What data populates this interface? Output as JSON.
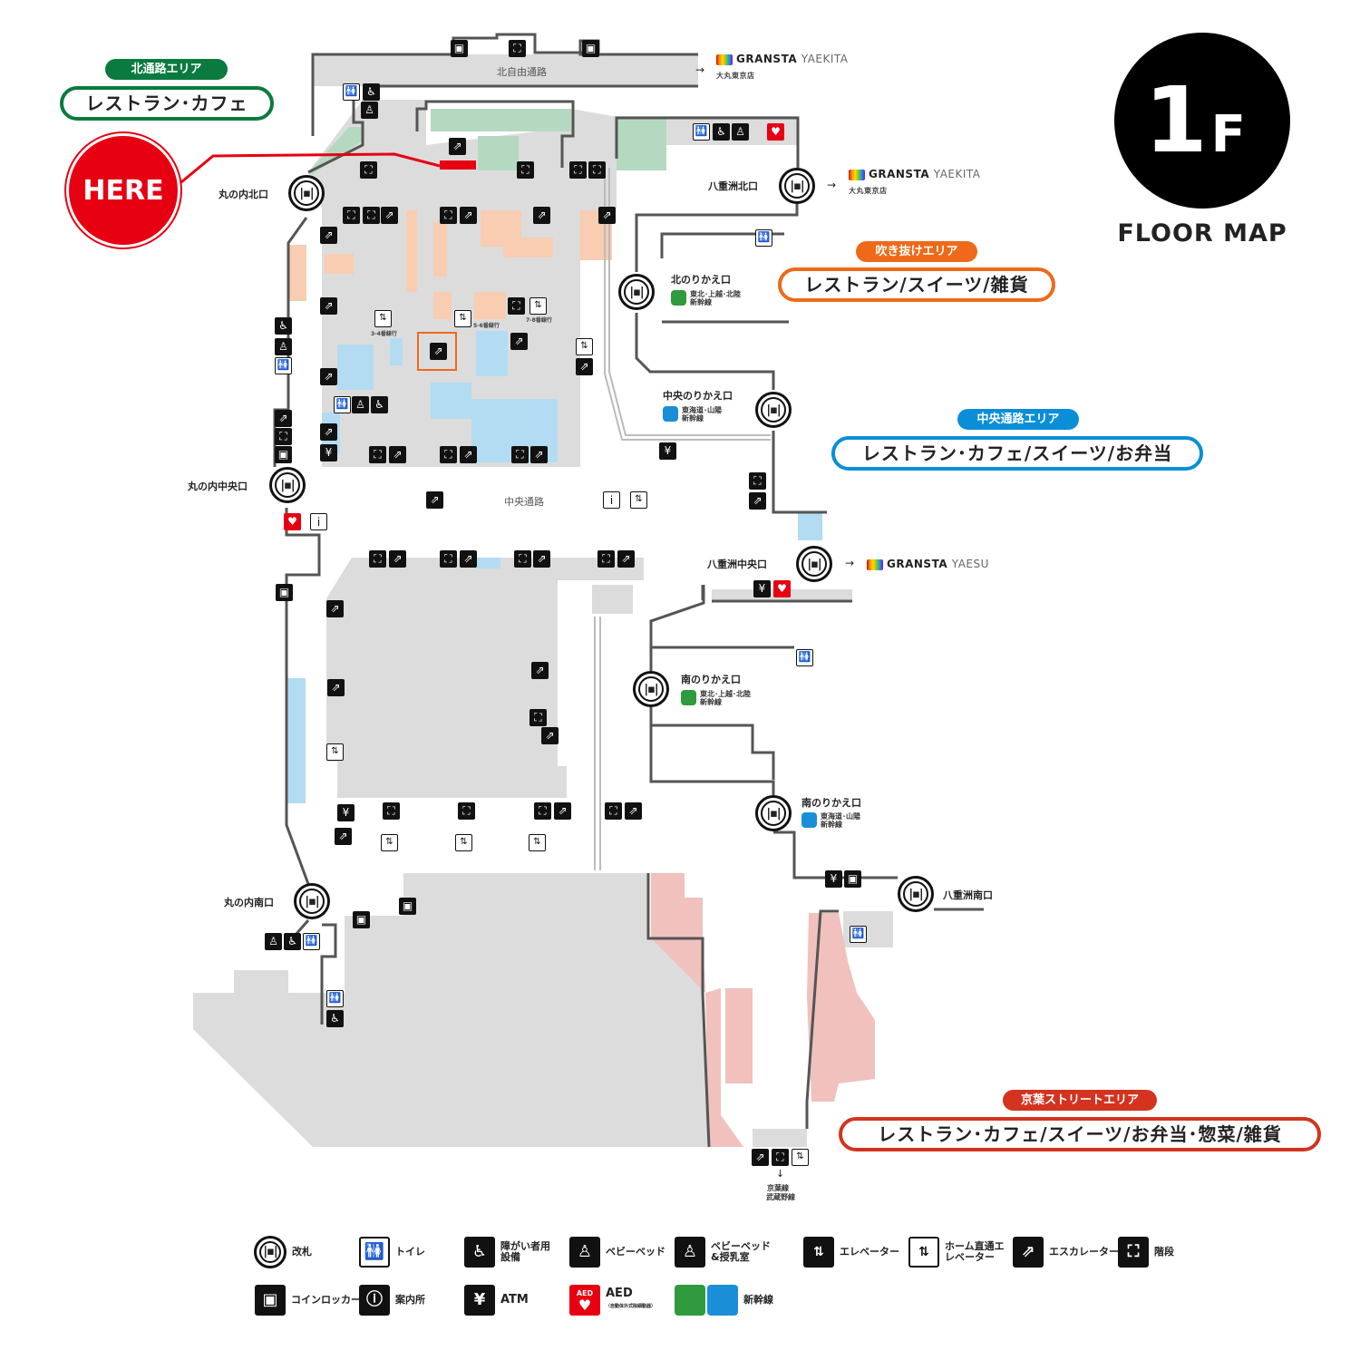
{
  "floor": {
    "number": "1",
    "unit": "F",
    "title": "FLOOR MAP"
  },
  "here": {
    "label": "HERE",
    "color": "#e60012"
  },
  "areas": {
    "north": {
      "tag": "北通路エリア",
      "shops": "レストラン･カフェ",
      "color": "#0a7a3e"
    },
    "atrium": {
      "tag": "吹き抜けエリア",
      "shops": "レストラン/スイーツ/雑貨",
      "color": "#ee6a1a"
    },
    "central": {
      "tag": "中央通路エリア",
      "shops": "レストラン･カフェ/スイーツ/お弁当",
      "color": "#0b8ed8"
    },
    "keiyo": {
      "tag": "京葉ストリートエリア",
      "shops": "レストラン･カフェ/スイーツ/お弁当･惣菜/雑貨",
      "color": "#d3331f"
    }
  },
  "passages": {
    "north": "北自由通路",
    "central": "中央通路"
  },
  "gates": {
    "marunouchi_north": "丸の内北口",
    "marunouchi_central": "丸の内中央口",
    "marunouchi_south": "丸の内南口",
    "yaesu_north": "八重洲北口",
    "yaesu_central": "八重洲中央口",
    "yaesu_south": "八重洲南口",
    "north_transfer": "北のりかえ口",
    "central_transfer": "中央のりかえ口",
    "south_transfer_1": "南のりかえ口",
    "south_transfer_2": "南のりかえ口"
  },
  "shinkansen": {
    "tohoku": "東北･上越･北陸",
    "tokaido": "東海道･山陽",
    "suffix": "新幹線"
  },
  "platforms": {
    "p34": "3-4番線行",
    "p56": "5-6番線行",
    "p78": "7-8番線行"
  },
  "destinations": {
    "granstar_yaekita_1": {
      "brand": "GRANSTA",
      "sub": "YAEKITA",
      "note": "大丸東京店"
    },
    "granstar_yaekita_2": {
      "brand": "GRANSTA",
      "sub": "YAEKITA",
      "note": "大丸東京店"
    },
    "granstar_yaesu": {
      "brand": "GRANSTA",
      "sub": "YAESU"
    },
    "keiyo_line": "京葉線",
    "musashino_line": "武蔵野線",
    "arrow": "→",
    "down_arrow": "↓"
  },
  "legend": {
    "gate": "改札",
    "toilet": "トイレ",
    "accessible": "障がい者用設備",
    "baby_bed": "ベビーベッド",
    "baby_nursing": "ベビーベッド&授乳室",
    "elevator": "エレベーター",
    "platform_elevator": "ホーム直通エレベーター",
    "escalator": "エスカレーター",
    "stairs": "階段",
    "locker": "コインロッカー",
    "info": "案内所",
    "atm": "ATM",
    "aed": "AED",
    "aed_note": "（自動体外式除細動器）",
    "shinkansen": "新幹線",
    "aed_icon_text": "AED"
  },
  "colors": {
    "shop_green": "#b5d9c0",
    "shop_peach": "#f8cdb2",
    "shop_blue": "#b3dcf2",
    "shop_pink": "#f0c1bd",
    "floor_gray": "#dcdcdc"
  }
}
